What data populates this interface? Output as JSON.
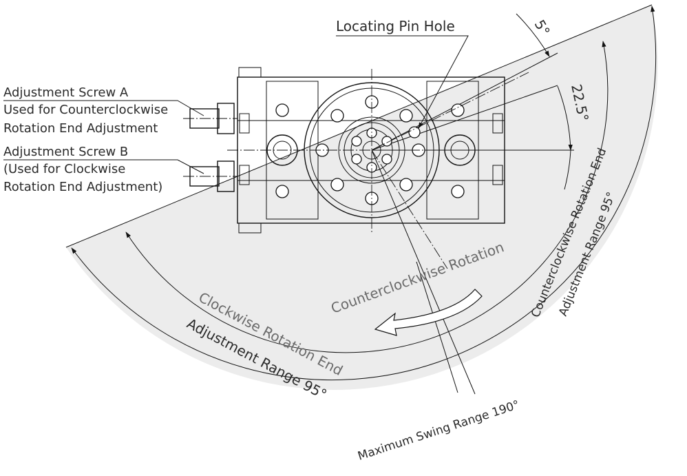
{
  "labels": {
    "locating_pin_hole": "Locating Pin Hole",
    "screw_a_line1": "Adjustment Screw A",
    "screw_a_line2": "Used for Counterclockwise",
    "screw_a_line3": "Rotation End Adjustment",
    "screw_b_line1": "Adjustment Screw B",
    "screw_b_line2": "(Used for Clockwise",
    "screw_b_line3": "Rotation End Adjustment)",
    "angle_5": "5°",
    "angle_22_5": "22.5°",
    "ccw_end_line1": "Counterclockwise Rotation End",
    "ccw_end_line2": "Adjustment Range 95°",
    "ccw_rotation": "Counterclockwise Rotation",
    "cw_end_line1": "Clockwise Rotation End",
    "cw_end_line2": "Adjustment Range 95°",
    "max_swing": "Maximum Swing Range 190°"
  },
  "colors": {
    "sector_fill": "#ececec",
    "line": "#111111",
    "text": "#2a2a2a",
    "text_light": "#6a6a6a"
  }
}
